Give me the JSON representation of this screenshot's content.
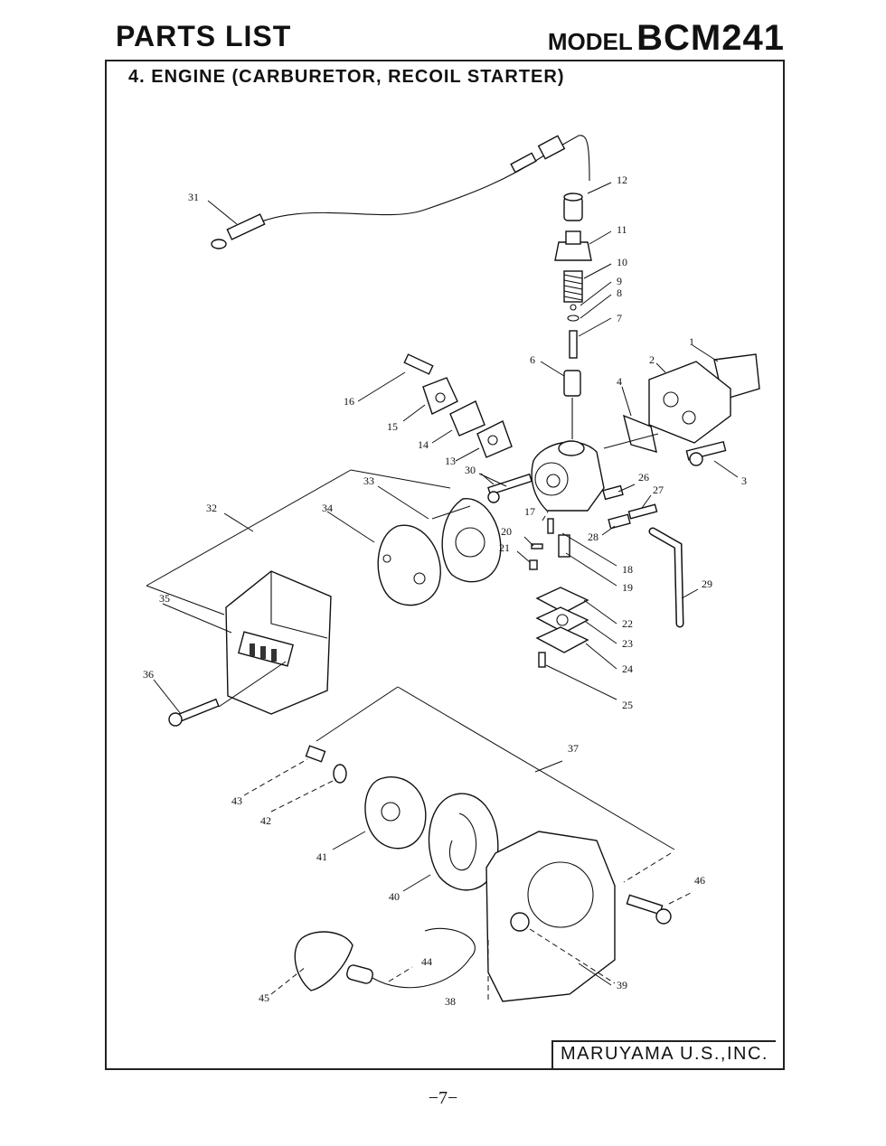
{
  "header": {
    "title": "PARTS LIST",
    "model_prefix": "MODEL",
    "model_number": "BCM241"
  },
  "section": {
    "title": "4. ENGINE (CARBURETOR, RECOIL STARTER)"
  },
  "callouts": [
    "1",
    "2",
    "3",
    "4",
    "6",
    "7",
    "8",
    "9",
    "10",
    "11",
    "12",
    "13",
    "14",
    "15",
    "16",
    "17",
    "18",
    "19",
    "20",
    "21",
    "22",
    "23",
    "24",
    "25",
    "26",
    "27",
    "28",
    "29",
    "30",
    "31",
    "32",
    "33",
    "34",
    "35",
    "36",
    "37",
    "38",
    "39",
    "40",
    "41",
    "42",
    "43",
    "44",
    "45",
    "46"
  ],
  "footer": {
    "brand": "MARUYAMA U.S.,INC.",
    "page_number": "−7−"
  }
}
